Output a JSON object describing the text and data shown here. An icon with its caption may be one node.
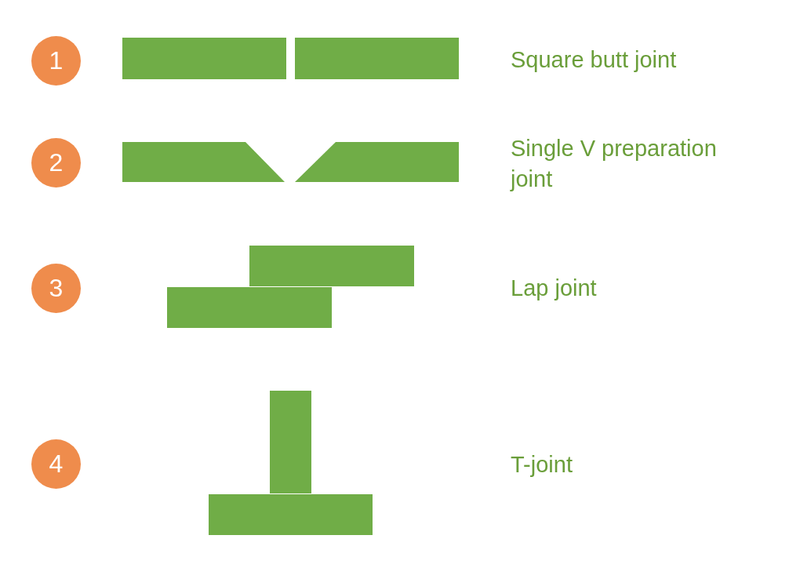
{
  "diagram": {
    "nodes": [
      {
        "text": [
          "1"
        ]
      },
      {
        "text": [
          "2"
        ]
      },
      {
        "text": [
          "3"
        ]
      },
      {
        "text": [
          "4"
        ]
      }
    ],
    "labels": [
      "Square butt joint",
      "Single V preparation joint",
      "Lap joint",
      "T-joint"
    ]
  }
}
